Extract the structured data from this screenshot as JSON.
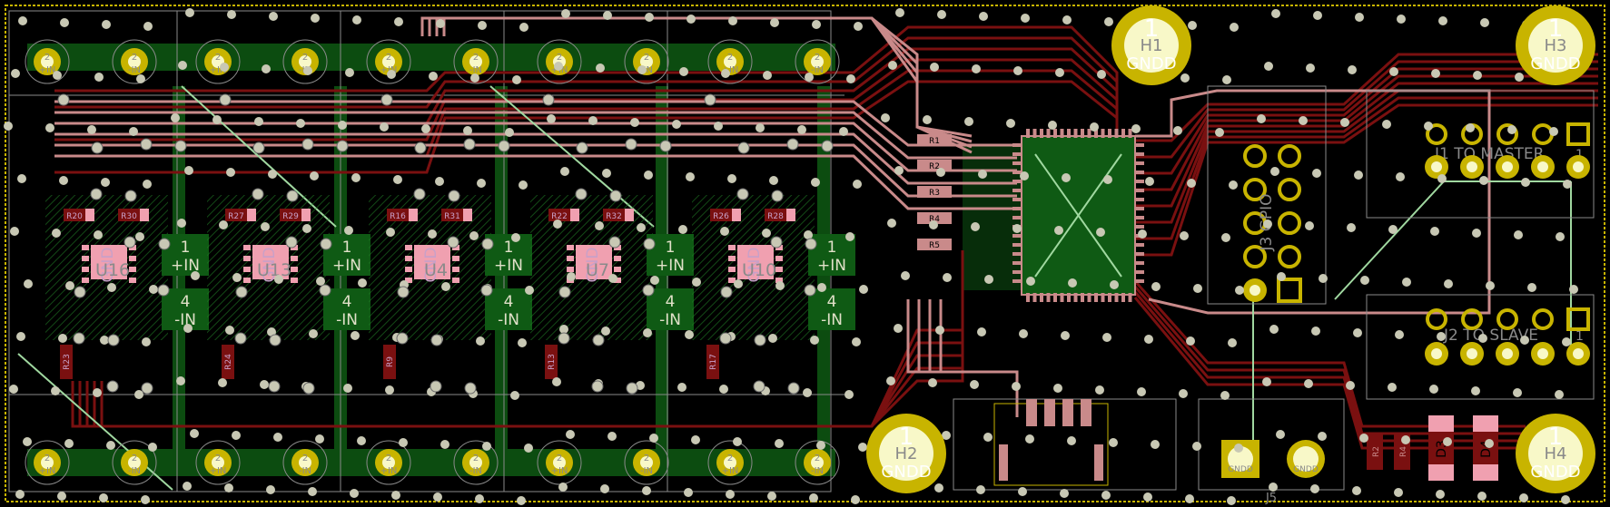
{
  "colors": {
    "background": "#000000",
    "board_outline": "#c8b400",
    "copper_front_trace": "#c98a8a",
    "copper_back_trace": "#7a1010",
    "copper_back_fill": "#0f5a14",
    "via_fill": "#c8c8b4",
    "pad_gold": "#c8b400",
    "pad_hole": "#f8f8c8",
    "silkscreen_front": "#e0e0c8",
    "silkscreen_back": "#c8a0c8",
    "pad_pink": "#f0a0b0",
    "green_trace": "#a0d8a0"
  },
  "terminals": {
    "top_labels": [
      "+IN",
      "-IN",
      "+IN",
      "-IN",
      "+IN",
      "-IN",
      "+IN",
      "-IN",
      "+IN",
      "-IN"
    ],
    "bottom_labels": [
      "+IN",
      "-IN",
      "+IN",
      "-IN",
      "+IN",
      "-IN",
      "+IN",
      "-IN",
      "+IN",
      "-IN"
    ],
    "pin_number": "2"
  },
  "channels": [
    {
      "ref": "U16",
      "gnd": "GND",
      "pin1": "1",
      "pin1_net": "+IN",
      "pin4": "4",
      "pin4_net": "-IN",
      "r_top_left": "R20",
      "r_top_right": "R30",
      "r_side": "R23"
    },
    {
      "ref": "U13",
      "gnd": "GND",
      "pin1": "1",
      "pin1_net": "+IN",
      "pin4": "4",
      "pin4_net": "-IN",
      "r_top_left": "R27",
      "r_top_right": "R29",
      "r_side": "R24"
    },
    {
      "ref": "U4",
      "gnd": "GND",
      "pin1": "1",
      "pin1_net": "+IN",
      "pin4": "4",
      "pin4_net": "-IN",
      "r_top_left": "R16",
      "r_top_right": "R31",
      "r_side": "R9"
    },
    {
      "ref": "U7",
      "gnd": "GND",
      "pin1": "1",
      "pin1_net": "+IN",
      "pin4": "4",
      "pin4_net": "-IN",
      "r_top_left": "R22",
      "r_top_right": "R32",
      "r_side": "R13"
    },
    {
      "ref": "U10",
      "gnd": "GND",
      "pin1": "1",
      "pin1_net": "+IN",
      "pin4": "4",
      "pin4_net": "-IN",
      "r_top_left": "R26",
      "r_top_right": "R28",
      "r_side": "R17"
    }
  ],
  "mounting_holes": [
    {
      "ref": "H1",
      "pin": "1",
      "net": "GNDD"
    },
    {
      "ref": "H3",
      "pin": "1",
      "net": "GNDD"
    },
    {
      "ref": "H2",
      "pin": "1",
      "net": "GNDD"
    },
    {
      "ref": "H4",
      "pin": "1",
      "net": "GNDD"
    }
  ],
  "connectors": {
    "j1_label": "J1 TO MASTER",
    "j1_pin_marker": "1",
    "j2_label": "J2 TO SLAVE",
    "j2_pin_marker": "1",
    "j3_label": "J3 GPIO",
    "j5_label": "J5",
    "j5_pad_net": "GNDD"
  },
  "mcu_resistors": [
    "R1",
    "R2",
    "R3",
    "R4",
    "R5"
  ],
  "diodes": [
    "D3",
    "D4"
  ],
  "bottom_resistors": [
    "R2",
    "R4"
  ]
}
